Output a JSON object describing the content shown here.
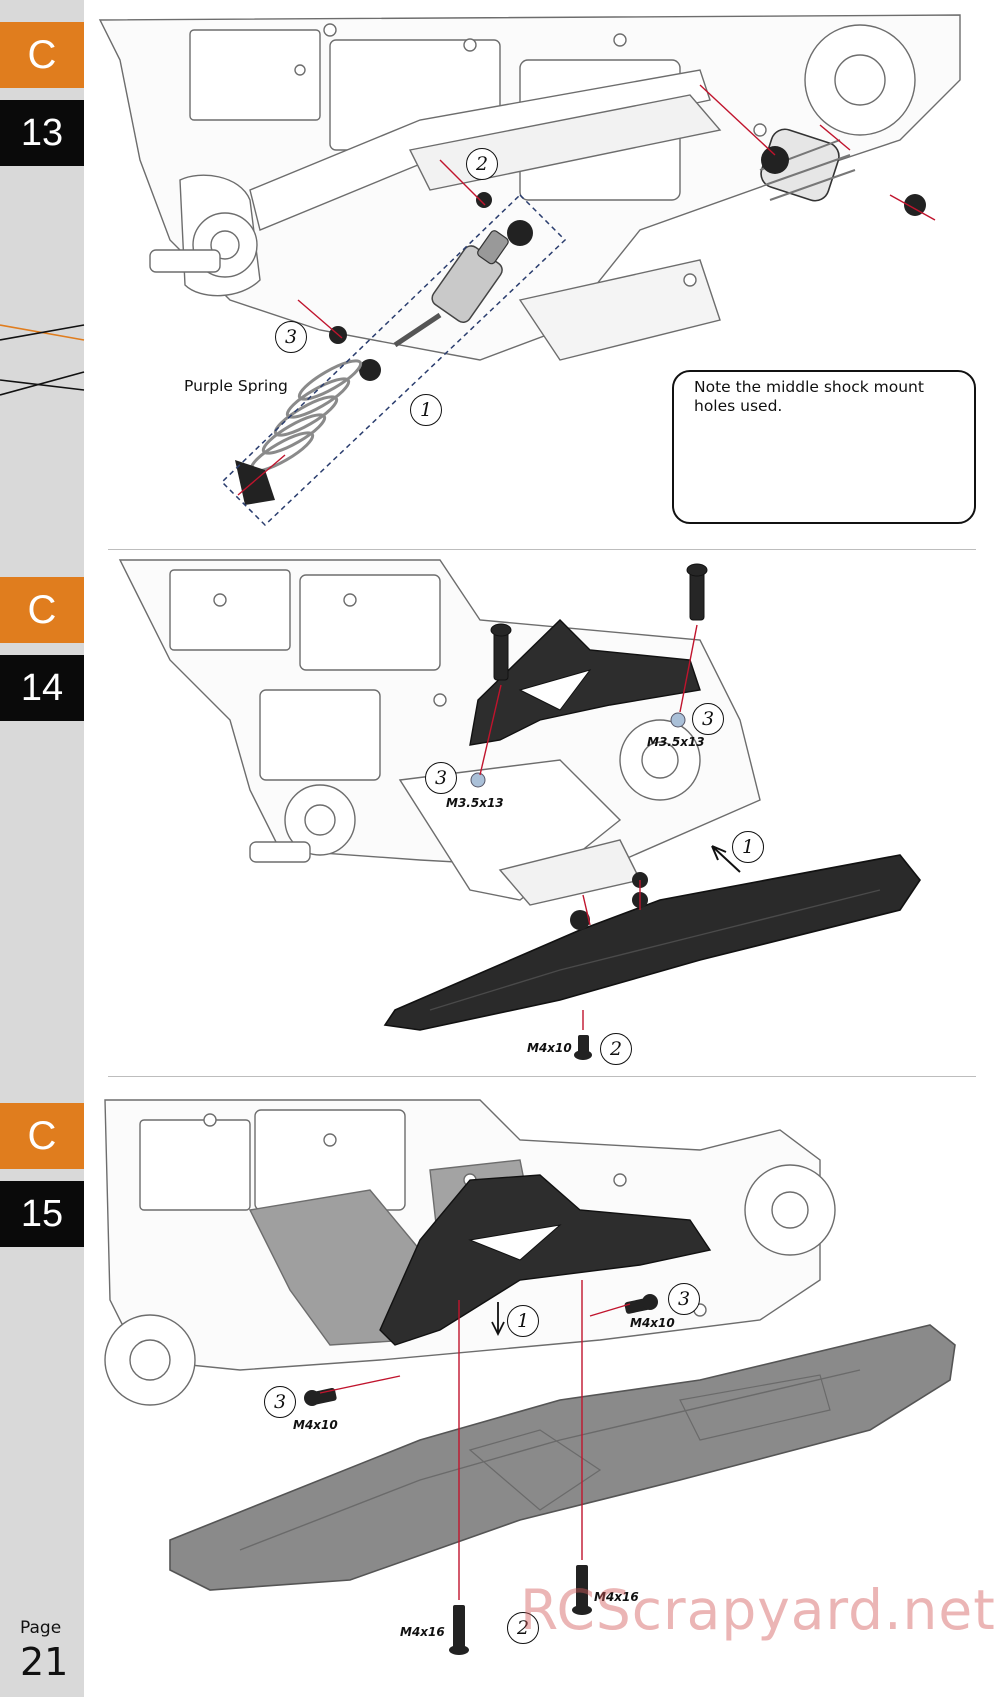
{
  "sections": [
    {
      "letter": "C",
      "number": "13"
    },
    {
      "letter": "C",
      "number": "14"
    },
    {
      "letter": "C",
      "number": "15"
    }
  ],
  "page": {
    "label": "Page",
    "number": "21"
  },
  "step13": {
    "note": "Note the middle shock mount holes used.",
    "spring_label": "Purple Spring",
    "callouts": [
      "2",
      "3",
      "1"
    ]
  },
  "step14": {
    "screws": [
      "M3.5x13",
      "M3.5x13",
      "M4x10"
    ],
    "callouts": [
      "3",
      "3",
      "1",
      "2"
    ]
  },
  "step15": {
    "screws": [
      "M4x10",
      "M4x10",
      "M4x16",
      "M4x16"
    ],
    "callouts": [
      "1",
      "3",
      "3",
      "2"
    ]
  },
  "watermark": "RCScrapyard.net",
  "colors": {
    "orange": "#e07d1e",
    "black": "#0a0a0a",
    "sidebar": "#d9d9d9",
    "leader": "#c0142d"
  }
}
